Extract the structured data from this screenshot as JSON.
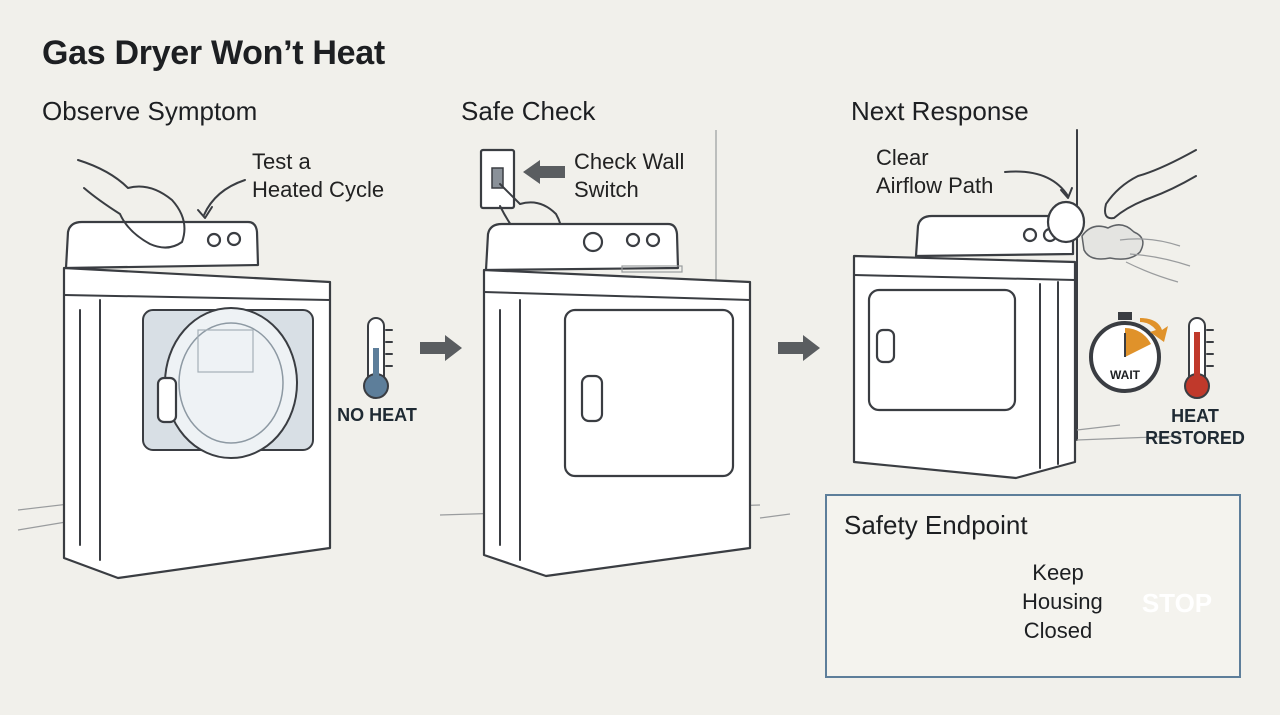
{
  "title": "Gas Dryer Won’t Heat",
  "steps": [
    {
      "heading": "Observe Symptom",
      "note_lines": [
        "Test a",
        "Heated Cycle"
      ],
      "caption": "NO HEAT"
    },
    {
      "heading": "Safe Check",
      "note_lines": [
        "Check Wall",
        "Switch"
      ]
    },
    {
      "heading": "Next Response",
      "note_lines": [
        "Clear",
        "Airflow Path"
      ],
      "timer_label": "WAIT",
      "caption_lines": [
        "HEAT",
        "RESTORED"
      ]
    }
  ],
  "safety": {
    "heading": "Safety Endpoint",
    "note_lines": [
      "Keep",
      "Housing",
      "Closed"
    ],
    "stop_label": "STOP"
  },
  "colors": {
    "accent_blue": "#5d7e9a",
    "stop_red": "#cf3b32",
    "timer_orange": "#e0922a",
    "therm_red": "#c0392b"
  }
}
